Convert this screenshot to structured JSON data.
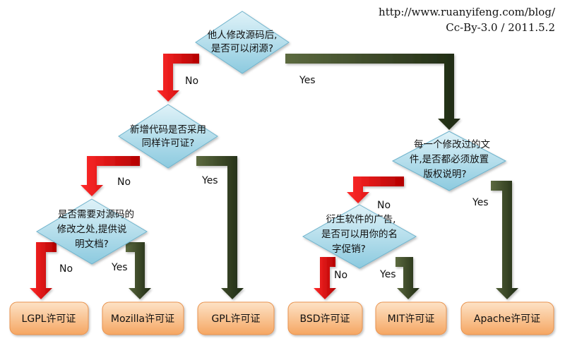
{
  "credit": {
    "url": "http://www.ruanyifeng.com/blog/",
    "license": "Cc-By-3.0 / 2011.5.2"
  },
  "colors": {
    "diamond_fill_top": "#dff2f8",
    "diamond_fill_bottom": "#8ccadf",
    "diamond_stroke": "#6fb3cc",
    "box_fill_top": "#fde2c6",
    "box_fill_bottom": "#f5a662",
    "box_stroke": "#e99350",
    "no_arrow_light": "#ff2a2a",
    "no_arrow_dark": "#b30000",
    "yes_arrow_light": "#5c6a3f",
    "yes_arrow_dark": "#1f2b14"
  },
  "questions": {
    "q1": [
      "他人修改源码后,",
      "是否可以闭源?"
    ],
    "q2": [
      "新增代码是否采用",
      "同样许可证?"
    ],
    "q3": [
      "是否需要对源码的",
      "修改之处,提供说",
      "明文档?"
    ],
    "q4": [
      "每一个修改过的文",
      "件,是否都必须放置",
      "版权说明?"
    ],
    "q5": [
      "衍生软件的广告,",
      "是否可以用你的名",
      "字促销?"
    ]
  },
  "edge_labels": {
    "q1_no": "No",
    "q1_yes": "Yes",
    "q2_no": "No",
    "q2_yes": "Yes",
    "q3_no": "No",
    "q3_yes": "Yes",
    "q4_no": "No",
    "q4_yes": "Yes",
    "q5_no": "No",
    "q5_yes": "Yes"
  },
  "licenses": {
    "lgpl": "LGPL许可证",
    "mozilla": "Mozilla许可证",
    "gpl": "GPL许可证",
    "bsd": "BSD许可证",
    "mit": "MIT许可证",
    "apache": "Apache许可证"
  }
}
